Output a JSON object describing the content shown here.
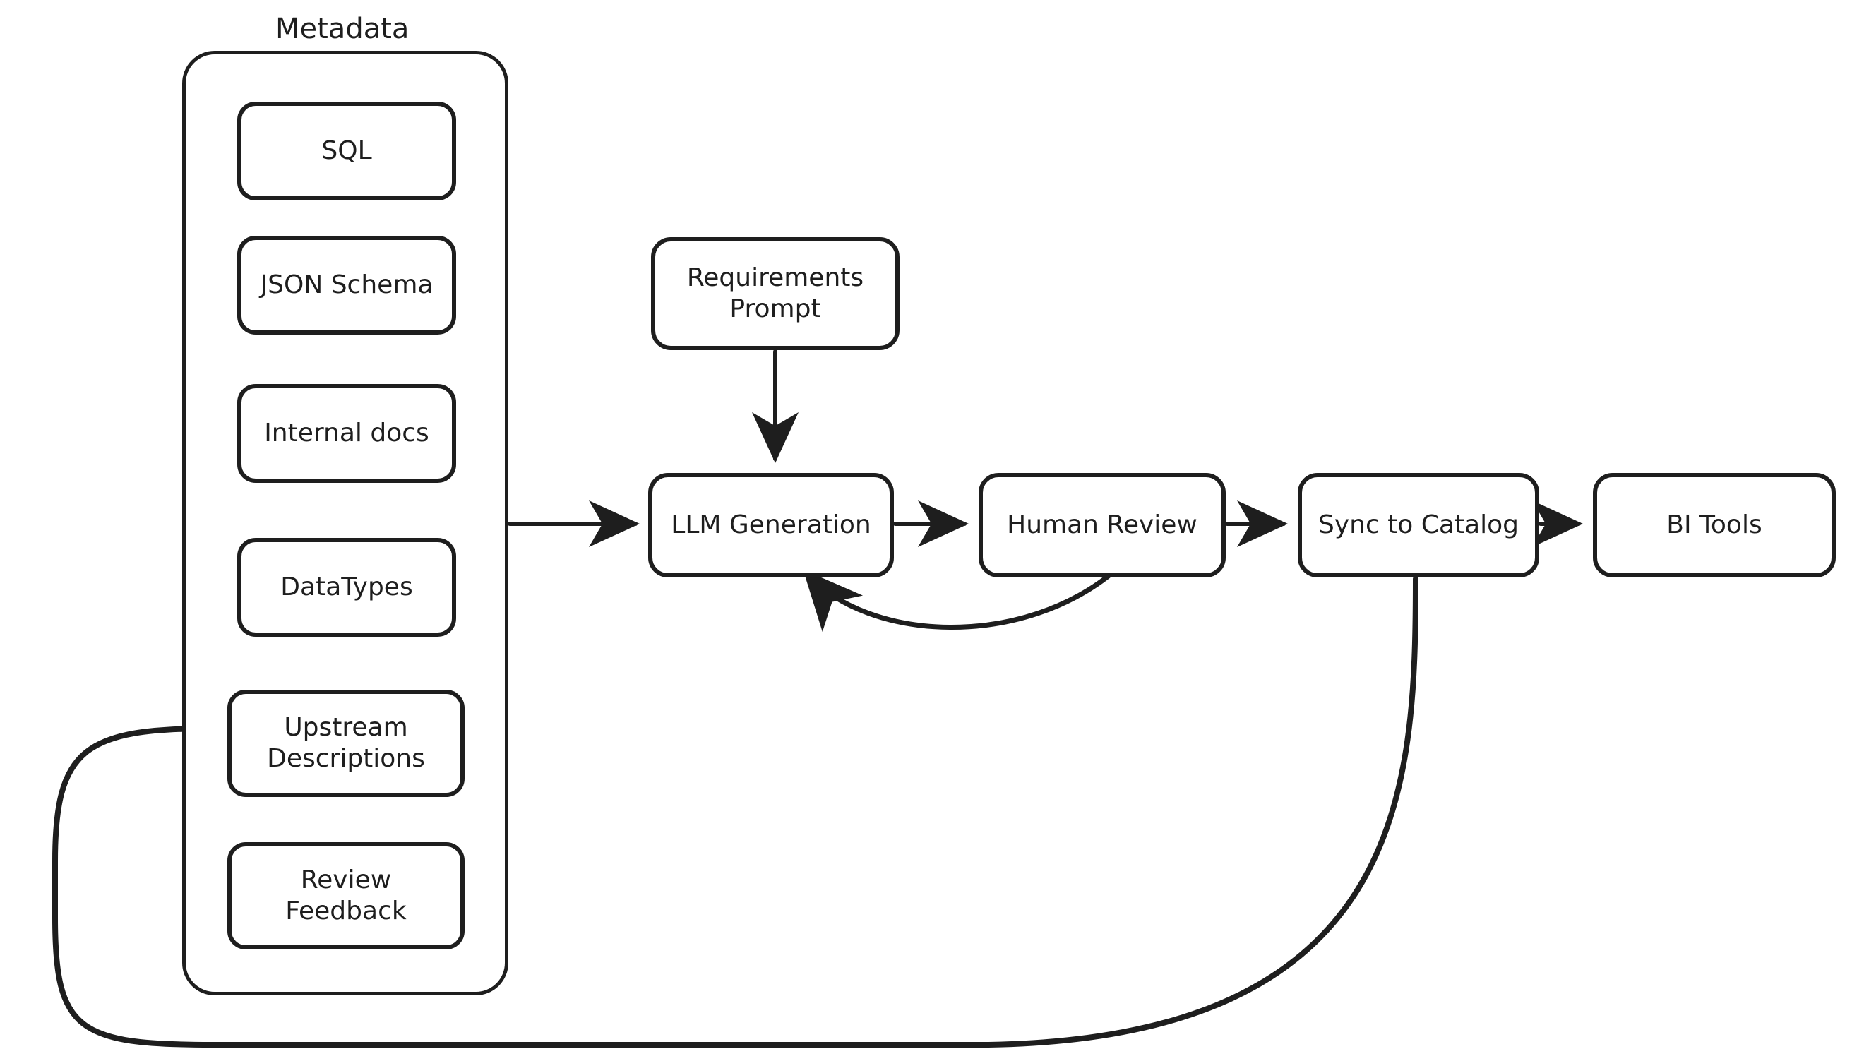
{
  "diagram": {
    "title": "LLM metadata description generation pipeline",
    "background_color": "#ffffff",
    "stroke_color": "#1e1e1e"
  },
  "groups": [
    {
      "id": "metadata",
      "label": "Metadata"
    }
  ],
  "metadata_items": [
    {
      "id": "sql",
      "label": "SQL"
    },
    {
      "id": "json-schema",
      "label": "JSON Schema"
    },
    {
      "id": "internal-docs",
      "label": "Internal docs"
    },
    {
      "id": "datatypes",
      "label": "DataTypes"
    },
    {
      "id": "upstream-descriptions",
      "label": "Upstream\nDescriptions"
    },
    {
      "id": "review-feedback",
      "label": "Review\nFeedback"
    }
  ],
  "nodes": [
    {
      "id": "requirements-prompt",
      "label": "Requirements\nPrompt"
    },
    {
      "id": "llm-generation",
      "label": "LLM Generation"
    },
    {
      "id": "human-review",
      "label": "Human Review"
    },
    {
      "id": "sync-to-catalog",
      "label": "Sync to Catalog"
    },
    {
      "id": "bi-tools",
      "label": "BI Tools"
    }
  ],
  "edges": [
    {
      "id": "metadata-to-llm",
      "from": "metadata",
      "to": "llm-generation",
      "label": "",
      "arrow": true
    },
    {
      "id": "prompt-to-llm",
      "from": "requirements-prompt",
      "to": "llm-generation",
      "label": "",
      "arrow": true
    },
    {
      "id": "llm-to-review",
      "from": "llm-generation",
      "to": "human-review",
      "label": "",
      "arrow": true
    },
    {
      "id": "review-to-sync",
      "from": "human-review",
      "to": "sync-to-catalog",
      "label": "",
      "arrow": true
    },
    {
      "id": "sync-to-bi",
      "from": "sync-to-catalog",
      "to": "bi-tools",
      "label": "",
      "arrow": true
    },
    {
      "id": "review-back-to-llm",
      "from": "human-review",
      "to": "llm-generation",
      "label": "",
      "arrow": true
    },
    {
      "id": "sync-back-to-upstream",
      "from": "sync-to-catalog",
      "to": "upstream-descriptions",
      "label": "",
      "arrow": true
    }
  ]
}
